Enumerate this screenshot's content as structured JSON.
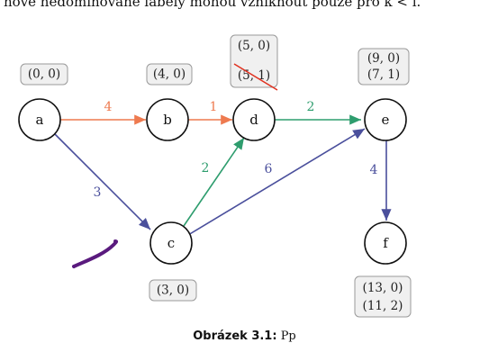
{
  "header_text": "nové nedominované labely mohou vzniknout pouze pro k < i.",
  "colors": {
    "orange": "#ee7a4f",
    "blue": "#4a4f9c",
    "green": "#2e9d6e",
    "stroke_red": "#e0301e",
    "pen_purple": "#5a1a7e"
  },
  "nodes": {
    "a": "a",
    "b": "b",
    "c": "c",
    "d": "d",
    "e": "e",
    "f": "f"
  },
  "labels": {
    "a_0": "(0, 0)",
    "b_0": "(4, 0)",
    "c_0": "(3, 0)",
    "d_0": "(5, 0)",
    "d_1": "(5, 1)",
    "e_0": "(9, 0)",
    "e_1": "(7, 1)",
    "f_0": "(13, 0)",
    "f_1": "(11, 2)"
  },
  "weights": {
    "ab": "4",
    "bd": "1",
    "de": "2",
    "ac": "3",
    "cd": "2",
    "ce": "6",
    "ef": "4"
  },
  "caption": {
    "bold": "Obrázek 3.1:",
    "rest": "Pp"
  }
}
